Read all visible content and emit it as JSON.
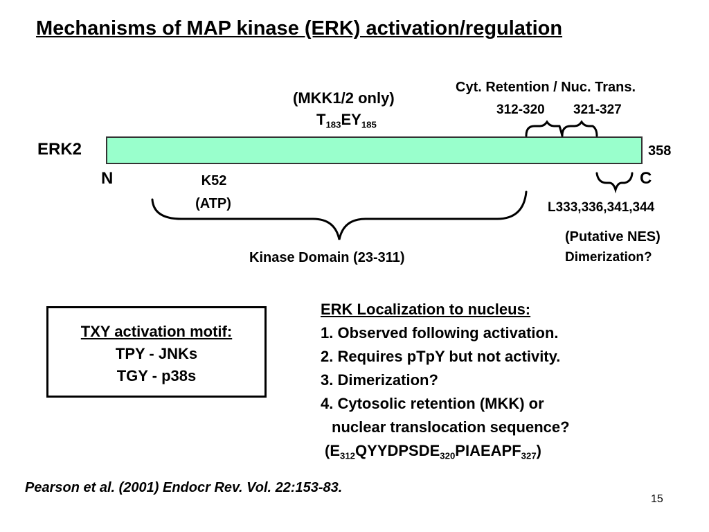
{
  "title": "Mechanisms of MAP kinase (ERK) activation/regulation",
  "protein": {
    "name": "ERK2",
    "n_terminus": "N",
    "c_terminus": "C",
    "length_label": "358",
    "bar_color": "#99ffcc"
  },
  "annotations": {
    "mkk_note": "(MKK1/2 only)",
    "motif": {
      "t": "T",
      "t_sub": "183",
      "ey": "EY",
      "y_sub": "185"
    },
    "k52_line1": "K52",
    "k52_line2": "(ATP)",
    "kinase_domain": "Kinase Domain (23-311)",
    "cyt_retention": "Cyt. Retention / Nuc. Trans.",
    "range1": "312-320",
    "range2": "321-327",
    "nes_residues": "L333,336,341,344",
    "nes_line1": "(Putative NES)",
    "nes_line2": "Dimerization?"
  },
  "txy_box": {
    "heading": "TXY activation motif:",
    "line1": "TPY - JNKs",
    "line2": "TGY - p38s"
  },
  "localization": {
    "heading": "ERK Localization to nucleus:",
    "item1": "1. Observed following activation.",
    "item2": "2. Requires pTpY but not activity.",
    "item3": "3. Dimerization?",
    "item4a": "4. Cytosolic retention (MKK) or",
    "item4b": "nuclear translocation sequence?",
    "seq": {
      "open": "(E",
      "s1": "312",
      "mid": "QYYDPSDE",
      "s2": "320",
      "end": "PIAEAPF",
      "s3": "327",
      "close": ")"
    }
  },
  "citation": "Pearson et al. (2001) Endocr Rev. Vol. 22:153-83.",
  "page_number": "15"
}
